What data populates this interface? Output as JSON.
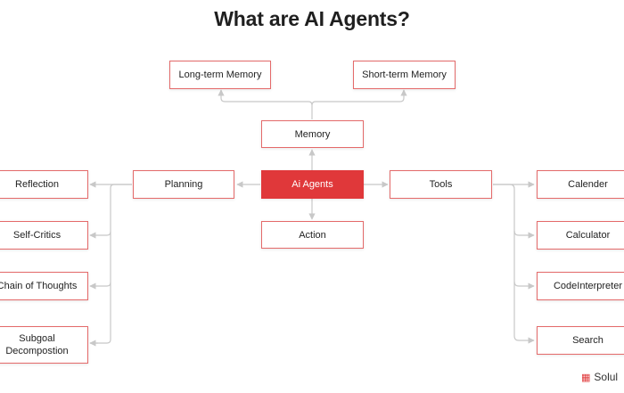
{
  "title": "What are AI Agents?",
  "nodes": {
    "center": "Ai Agents",
    "memory": "Memory",
    "long_term_memory": "Long-term Memory",
    "short_term_memory": "Short-term Memory",
    "planning": "Planning",
    "tools": "Tools",
    "action": "Action",
    "planning_children": [
      "Reflection",
      "Self-Critics",
      "Chain of Thoughts",
      "Subgoal\nDecompostion"
    ],
    "tools_children": [
      "Calender",
      "Calculator",
      "CodeInterpreter",
      "Search"
    ]
  },
  "logo": {
    "text": "Solul",
    "mark_icon": "solulab-logo-icon"
  },
  "colors": {
    "accent": "#e0383a",
    "border": "#e46a6a",
    "connector": "#c8c8c8"
  }
}
